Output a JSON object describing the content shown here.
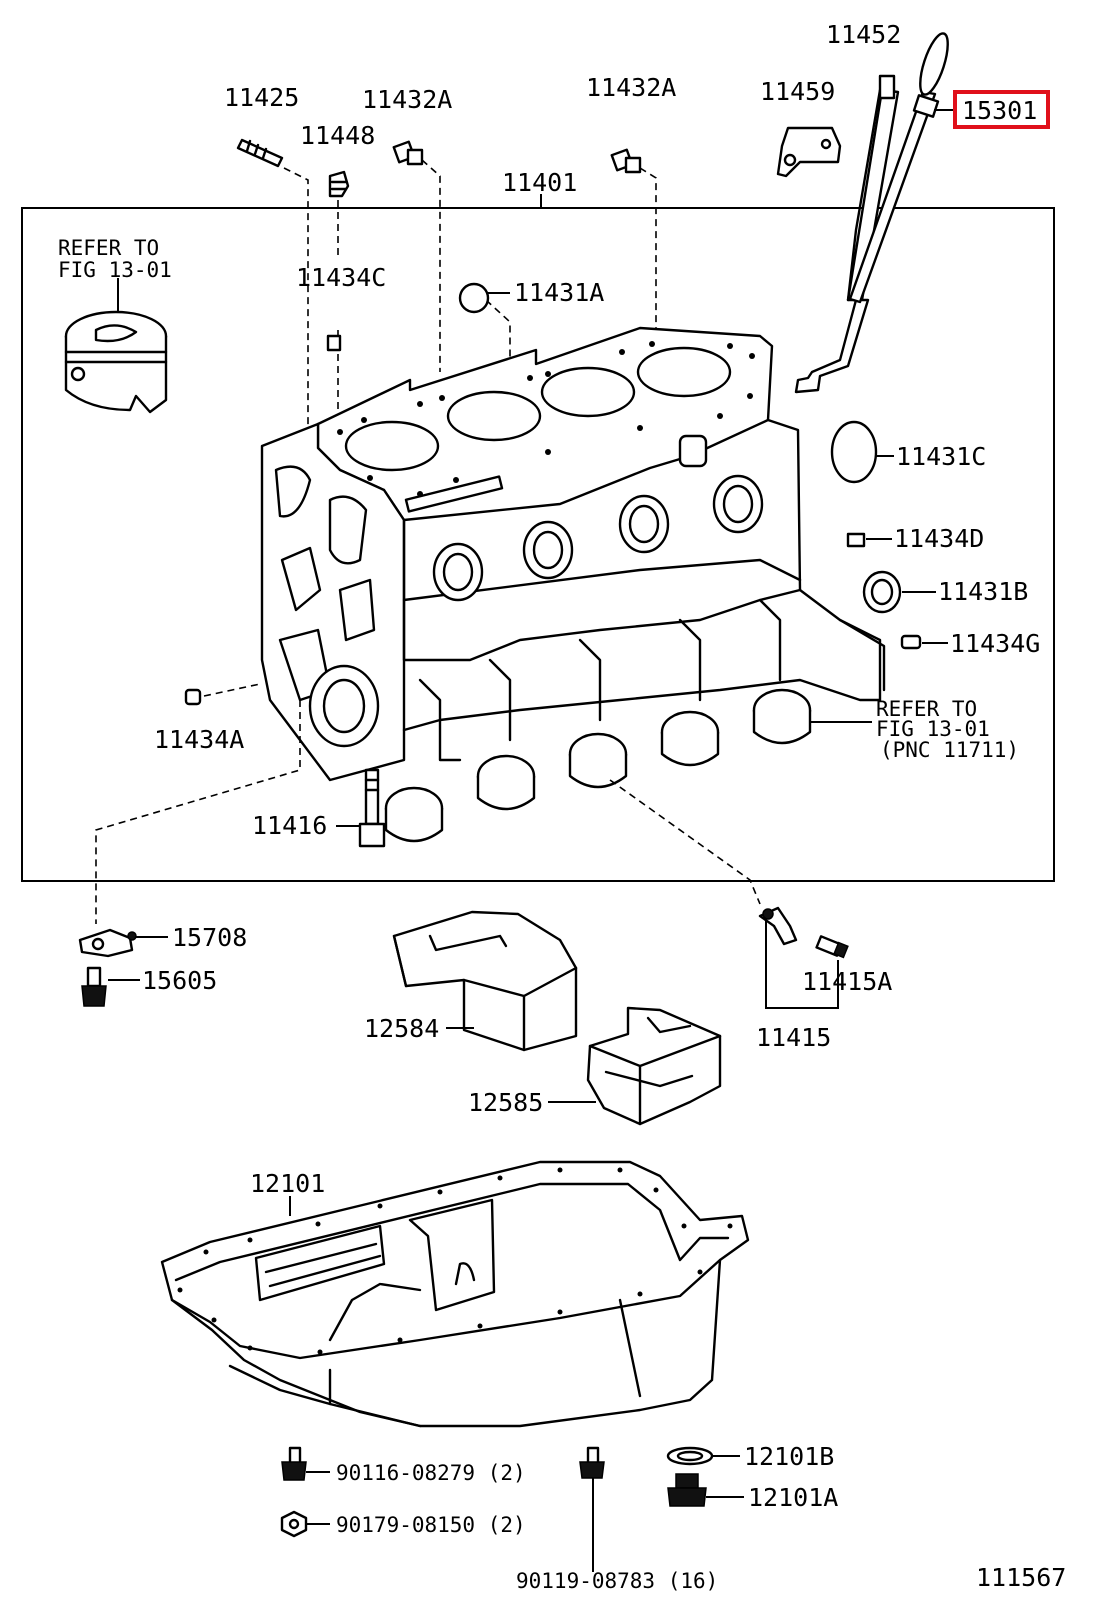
{
  "highlight_color": "#e0101a",
  "labels": {
    "p11452": "11452",
    "p15301": "15301",
    "p11459": "11459",
    "p11432A_right": "11432A",
    "p11432A_left": "11432A",
    "p11425": "11425",
    "p11448": "11448",
    "p11401": "11401",
    "refer_to_1": "REFER TO",
    "fig_13_01_a": "FIG 13-01",
    "p11434C": "11434C",
    "p11431A": "11431A",
    "p11431C": "11431C",
    "p11434D": "11434D",
    "p11431B": "11431B",
    "p11434G": "11434G",
    "p11434A": "11434A",
    "refer_to_2": "REFER TO",
    "fig_13_01_b": "FIG 13-01",
    "pnc_11711": "(PNC 11711)",
    "p11416": "11416",
    "p15708": "15708",
    "p15605": "15605",
    "p11415A": "11415A",
    "p11415": "11415",
    "p12584": "12584",
    "p12585": "12585",
    "p12101": "12101",
    "p12101B": "12101B",
    "p12101A": "12101A",
    "p90116": "90116-08279 (2)",
    "p90179": "90179-08150 (2)",
    "p90119": "90119-08783 (16)",
    "figure_number": "111567"
  }
}
